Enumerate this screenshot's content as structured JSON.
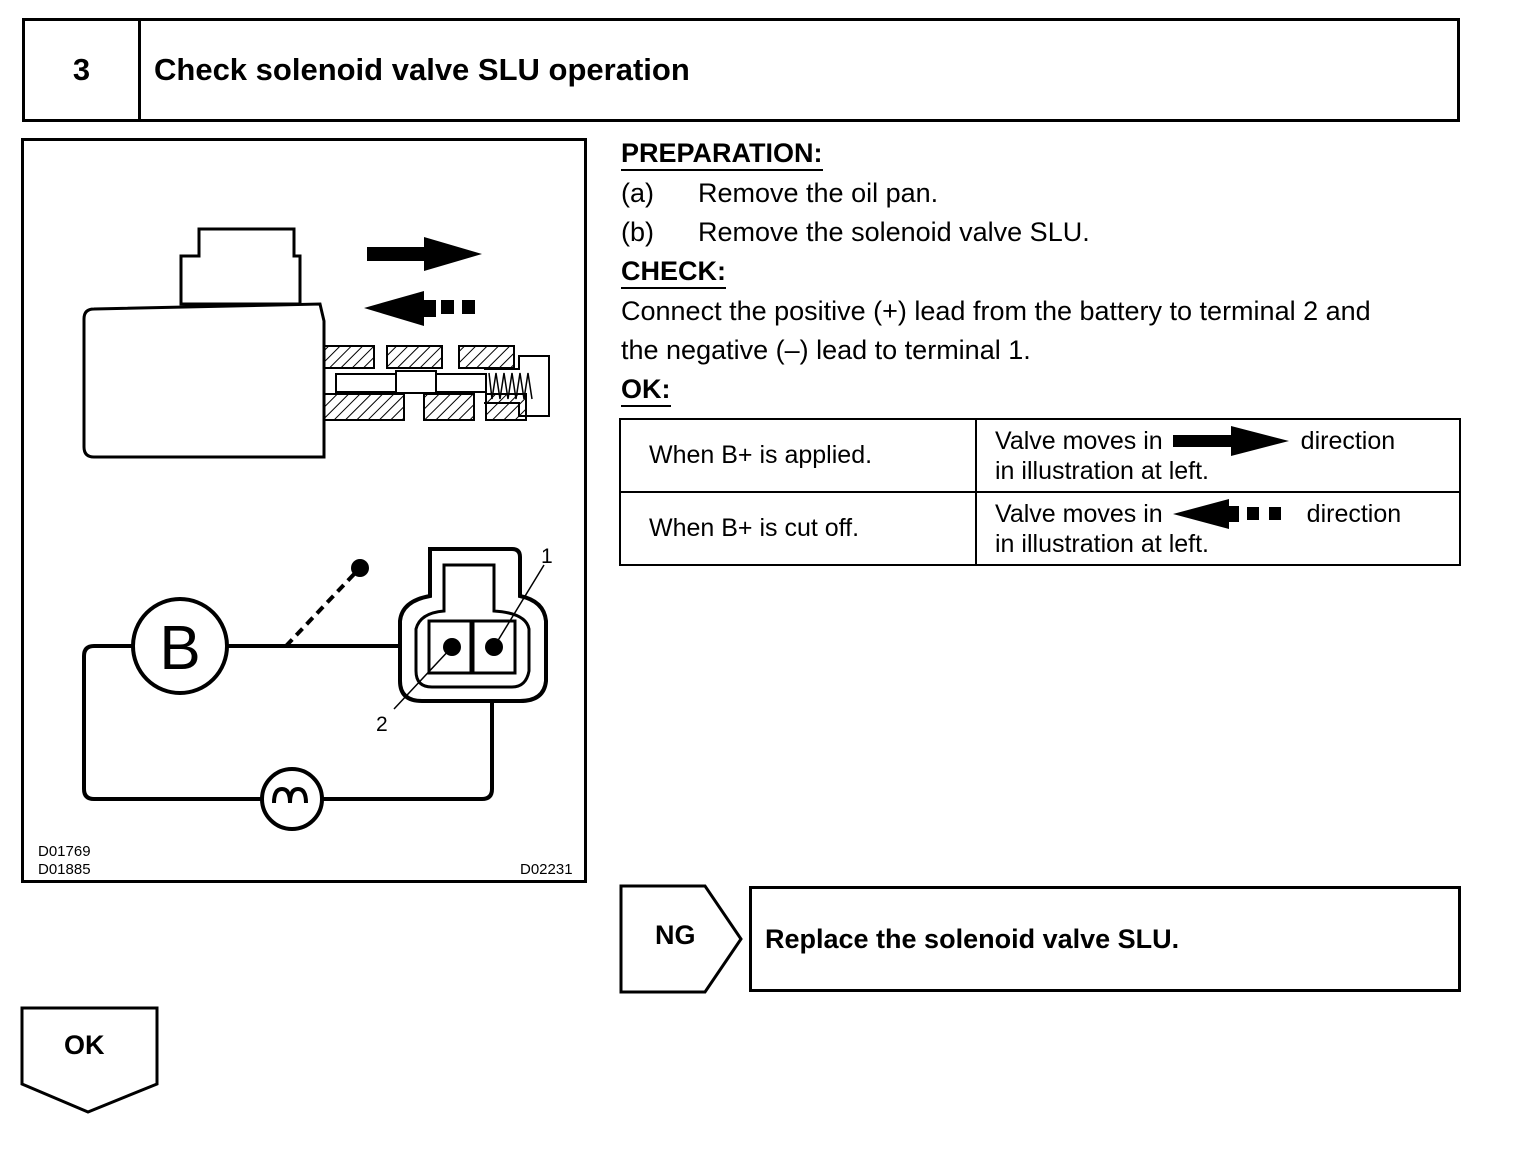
{
  "header": {
    "step_number": "3",
    "title": "Check solenoid valve SLU operation"
  },
  "illustration": {
    "battery_label": "B",
    "terminal_1": "1",
    "terminal_2": "2",
    "codes_left": [
      "D01769",
      "D01885"
    ],
    "code_right": "D02231"
  },
  "preparation": {
    "heading": "PREPARATION:",
    "steps": [
      {
        "marker": "(a)",
        "text": "Remove the oil pan."
      },
      {
        "marker": "(b)",
        "text": "Remove the solenoid valve SLU."
      }
    ]
  },
  "check": {
    "heading": "CHECK:",
    "line1": "Connect the positive (+) lead from the battery to terminal 2 and",
    "line2": "the negative (–) lead to terminal 1."
  },
  "ok": {
    "heading": "OK:",
    "rows": [
      {
        "condition": "When B+ is applied.",
        "result_pre": "Valve moves in",
        "result_post": "direction",
        "result_line2": "in illustration at left.",
        "arrow": "solid-right"
      },
      {
        "condition": "When B+ is cut off.",
        "result_pre": "Valve moves in",
        "result_post": "direction",
        "result_line2": "in illustration at left.",
        "arrow": "dashed-left"
      }
    ]
  },
  "ng_result": {
    "label": "NG",
    "text": "Replace the solenoid valve SLU."
  },
  "ok_result": {
    "label": "OK"
  }
}
